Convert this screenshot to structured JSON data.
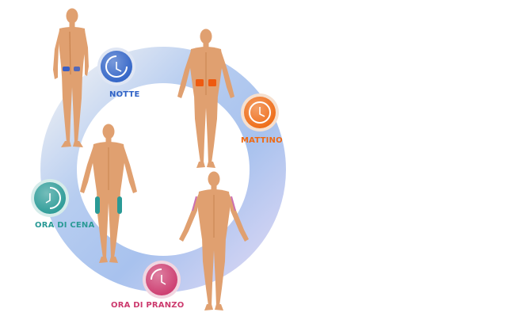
{
  "cycle": {
    "items": [
      {
        "key": "notte",
        "label": "NOTTE",
        "color": "#2f62c6",
        "icon": "clock-icon",
        "injection_site": "buttocks"
      },
      {
        "key": "mattino",
        "label": "MATTINO",
        "color": "#ee6a14",
        "icon": "clock-icon",
        "injection_site": "abdomen"
      },
      {
        "key": "pranzo",
        "label": "ORA DI PRANZO",
        "color": "#cc3a6e",
        "icon": "clock-icon",
        "injection_site": "arms"
      },
      {
        "key": "cena",
        "label": "ORA DI CENA",
        "color": "#2a9a96",
        "icon": "clock-icon",
        "injection_site": "thighs"
      }
    ]
  },
  "colors": {
    "ring_blue": "#a9c4ee",
    "ring_light": "#e9eaf2",
    "skin": "#e0a070",
    "skin_shadow": "#c8834f"
  }
}
